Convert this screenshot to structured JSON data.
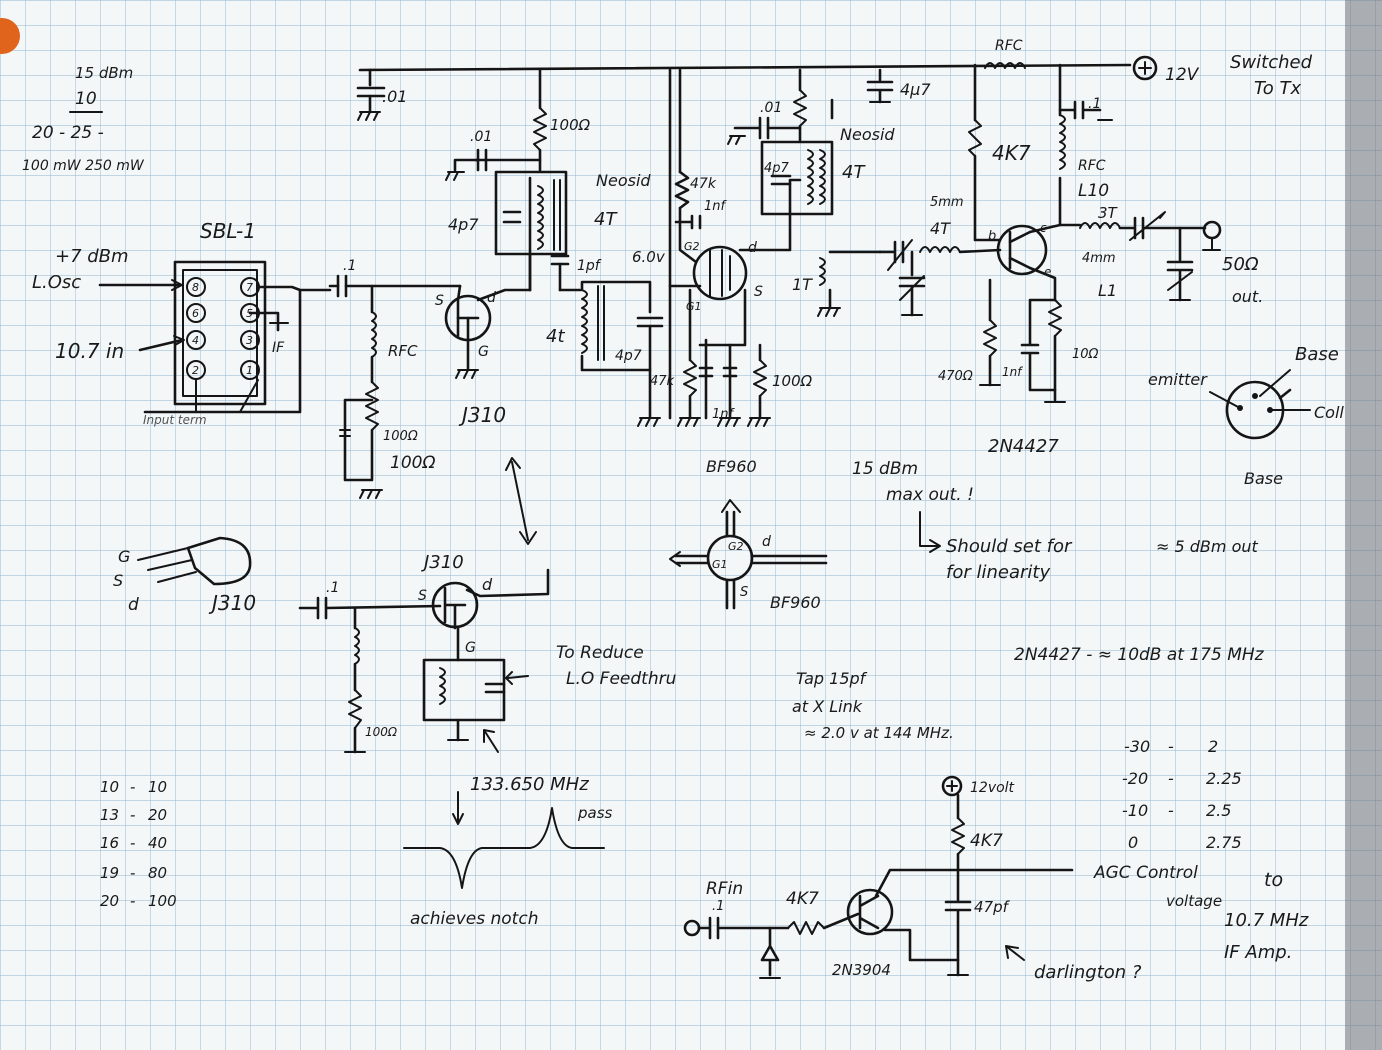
{
  "colors": {
    "paper": "#f4f7f8",
    "grid": "#8fb3cf",
    "ink": "#151515",
    "tab": "#e0641b"
  },
  "notes": {
    "level_top": "15 dBm",
    "level_mid": "10",
    "level_range": "20 - 25 -",
    "power": "100 mW   250 mW"
  },
  "mixer": {
    "name": "SBL-1",
    "lo_level": "+7 dBm",
    "lo_label": "L.Osc",
    "rf_in": "10.7 in",
    "if_label": "IF",
    "pins": [
      "8",
      "7",
      "6",
      "5",
      "4",
      "3",
      "2",
      "1"
    ],
    "term": "Input term"
  },
  "stage1": {
    "cap1": ".01",
    "cap2": ".01",
    "cap_in": ".1",
    "rfc": "RFC",
    "res_a": "100Ω",
    "res_b": "100Ω",
    "tank_cap": "4p7",
    "coil_label": "Neosid",
    "turns": "4T",
    "fet_s": "S",
    "fet_d": "d",
    "fet_g": "G",
    "fet": "J310",
    "coupling": "1pf"
  },
  "stage2": {
    "res_drain": "47k",
    "cap_drain": "1nf",
    "coil_label": "Neosid",
    "turns": "4T",
    "tank_cap": "4p7",
    "cap_top": ".01",
    "bias": "6.0v",
    "g2": "G2",
    "g1": "G1",
    "d": "d",
    "s": "S",
    "in_turns": "4t",
    "in_cap": "4p7",
    "res_gate": "47k",
    "cap_s": "1nf",
    "res_s": "100Ω",
    "part": "BF960",
    "link_turns": "1T"
  },
  "stage3": {
    "cap_supply": "4μ7",
    "rfc_top": "RFC",
    "supply": "12V",
    "switched": "Switched",
    "to_tx": "To Tx",
    "cap_dec": ".1",
    "res_bias": "4K7",
    "rfc_coll": "RFC",
    "l10": "L10",
    "turns_out": "3T",
    "ind_in": "5mm",
    "turns_in": "4T",
    "ind_out": "4mm",
    "l1": "L1",
    "out": "50Ω",
    "out2": "out.",
    "res_base": "470Ω",
    "cap_e": "1nf",
    "res_e": "10Ω",
    "part": "2N4427",
    "b": "b",
    "c": "c",
    "e": "e"
  },
  "pinouts": {
    "emitter": "emitter",
    "base": "Base",
    "coll": "Coll",
    "base2": "Base",
    "j310": "J310",
    "g": "G",
    "s": "S",
    "d": "d",
    "bf_g2": "G2",
    "bf_g1": "G1",
    "bf_d": "d",
    "bf_s": "S",
    "bf_part": "BF960"
  },
  "mods": {
    "j310": "J310",
    "cap": ".1",
    "s": "S",
    "d": "d",
    "g": "G",
    "res": "100Ω",
    "reduce": "To Reduce",
    "feedthru": "L.O Feedthru",
    "freq": "133.650 MHz",
    "pass": "pass",
    "notch": "achieves notch"
  },
  "remarks": {
    "max_out": "15 dBm",
    "max_out2": "max out. !",
    "set1": "Should set for",
    "set2": "for linearity",
    "approx": "≈ 5 dBm out",
    "tap1": "Tap 15pf",
    "tap2": "at X Link",
    "tap3": "≈ 2.0 v at 144 MHz.",
    "gain": "2N4427 - ≈ 10dB at 175 MHz",
    "bf_label": "BF960"
  },
  "table_left": [
    [
      "10",
      "-",
      "10"
    ],
    [
      "13",
      "-",
      "20"
    ],
    [
      "16",
      "-",
      "40"
    ],
    [
      "19",
      "-",
      "80"
    ],
    [
      "20",
      "-",
      "100"
    ]
  ],
  "table_right": [
    [
      "-30",
      "-",
      "2"
    ],
    [
      "-20",
      "-",
      "2.25"
    ],
    [
      "-10",
      "-",
      "2.5"
    ],
    [
      "0",
      "",
      "2.75"
    ]
  ],
  "agc": {
    "supply": "12volt",
    "res_top": "4K7",
    "rf_in": "RFin",
    "cap": ".1",
    "res": "4K7",
    "cap2": "47pf",
    "part": "2N3904",
    "c1": "AGC Control",
    "c2": "voltage",
    "c3": "to",
    "c4": "10.7 MHz",
    "c5": "IF Amp.",
    "darl": "darlington ?"
  }
}
